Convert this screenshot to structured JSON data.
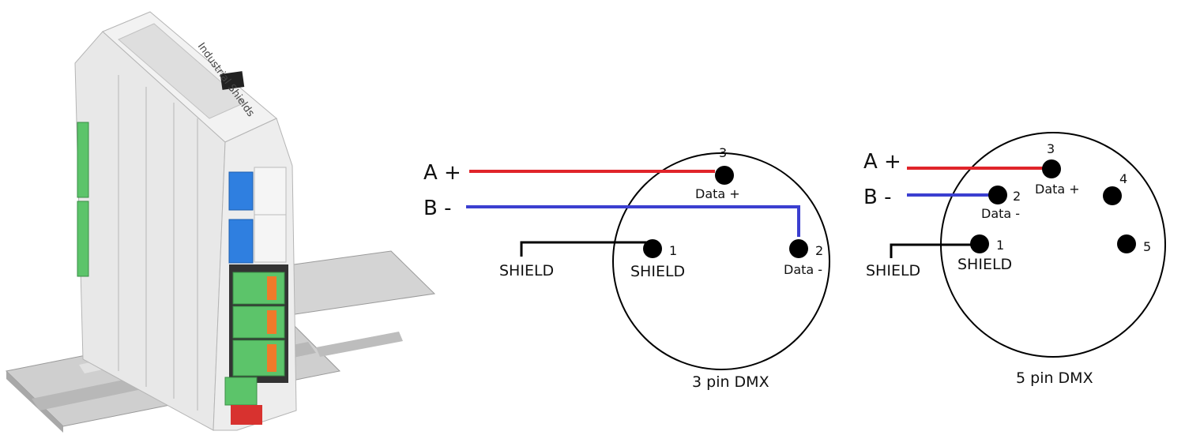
{
  "device": {
    "brand_text": "Industrial Shields",
    "colors": {
      "body": "#e6e6e6",
      "terminal_green": "#5cc46a",
      "dip_blue": "#2f7fe0",
      "rail": "#c9c9c9",
      "accent_red": "#d8322f"
    }
  },
  "wiring": {
    "a_plus": "A +",
    "b_minus": "B -",
    "shield": "SHIELD",
    "colors": {
      "a_wire": "#e0242a",
      "b_wire": "#3b3fd0",
      "shield_wire": "#000000"
    }
  },
  "connector_3pin": {
    "caption": "3 pin DMX",
    "pins": [
      {
        "number": "3",
        "label": "Data +"
      },
      {
        "number": "2",
        "label": "Data -"
      },
      {
        "number": "1",
        "label": "SHIELD"
      }
    ]
  },
  "connector_5pin": {
    "caption": "5 pin DMX",
    "pins": [
      {
        "number": "3",
        "label": "Data +"
      },
      {
        "number": "2",
        "label": "Data -"
      },
      {
        "number": "1",
        "label": "SHIELD"
      },
      {
        "number": "4",
        "label": ""
      },
      {
        "number": "5",
        "label": ""
      }
    ]
  }
}
